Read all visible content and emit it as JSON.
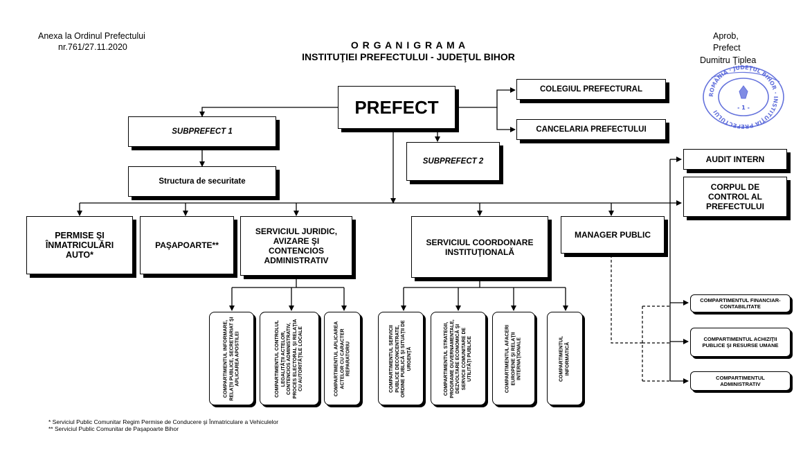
{
  "header": {
    "annex_line1": "Anexa la Ordinul Prefectului",
    "annex_line2": "nr.761/27.11.2020",
    "title_line1": "O R G A N I G R A M A",
    "title_line2": "INSTITUŢIEI PREFECTULUI - JUDEŢUL BIHOR",
    "approve_line1": "Aprob,",
    "approve_line2": "Prefect",
    "approve_line3": "Dumitru Ţiplea"
  },
  "stamp": {
    "ring_text": "ROMÂNIA · JUDEŢUL BIHOR · INSTITUŢIA PREFECTULUI",
    "number": "- 1 -"
  },
  "top": {
    "prefect": "PREFECT",
    "colegiul": "COLEGIUL PREFECTURAL",
    "cancelaria": "CANCELARIA PREFECTULUI",
    "subprefect1": "SUBPREFECT 1",
    "subprefect2": "SUBPREFECT 2",
    "securitate": "Structura de securitate",
    "audit": "AUDIT INTERN",
    "corpul": "CORPUL DE CONTROL AL PREFECTULUI"
  },
  "level2": {
    "permise": "PERMISE ŞI ÎNMATRICULĂRI AUTO*",
    "pasapoarte": "PAŞAPOARTE**",
    "juridic": "SERVICIUL JURIDIC, AVIZARE ŞI CONTENCIOS ADMINISTRATIV",
    "coordonare": "SERVICIUL COORDONARE INSTITUŢIONALĂ",
    "manager": "MANAGER PUBLIC"
  },
  "compartments_juridic": [
    "COMPARTIMENTUL INFORMARE, RELAŢII PUBLICE, SECRETARIAT ŞI APLICAREA APOSTILEI",
    "COMPARTIMENTUL CONTROLUL LEGALITĂŢII ACTELOR, CONTENCIOS ADMINISTRATIV, PROCES ELECTORAL ŞI RELAŢIA CU AUTORITĂŢILE LOCALE",
    "COMPARTIMENTUL APLICAREA ACTELOR CU CARACTER REPARATORIU"
  ],
  "compartments_coordonare": [
    "COMPARTIMENTUL SERVICII PUBLICE DECONCENTRATE, ORDINE PUBLICĂ ŞI SITUAŢII DE URGENŢĂ",
    "COMPARTIMENTUL STRATEGII, PROGRAME GUVERNAMENTALE, DEZVOLTARE ECONOMICĂ ŞI SERVICII COMUNITARE DE UTILITĂŢI PUBLICE",
    "COMPARTIMENTUL AFACERI EUROPENE ŞI RELAŢII INTERNAŢIONALE",
    "COMPARTIMENTUL INFORMATICĂ"
  ],
  "compartments_manager": [
    "COMPARTIMENTUL FINANCIAR-CONTABILITATE",
    "COMPARTIMENTUL ACHIZIŢII PUBLICE ŞI RESURSE UMANE",
    "COMPARTIMENTUL ADMINISTRATIV"
  ],
  "footnotes": {
    "note1": "* Serviciul Public Comunitar Regim Permise de Conducere şi Înmatriculare a Vehiculelor",
    "note2": "** Serviciul Public Comunitar de Paşapoarte Bihor"
  }
}
